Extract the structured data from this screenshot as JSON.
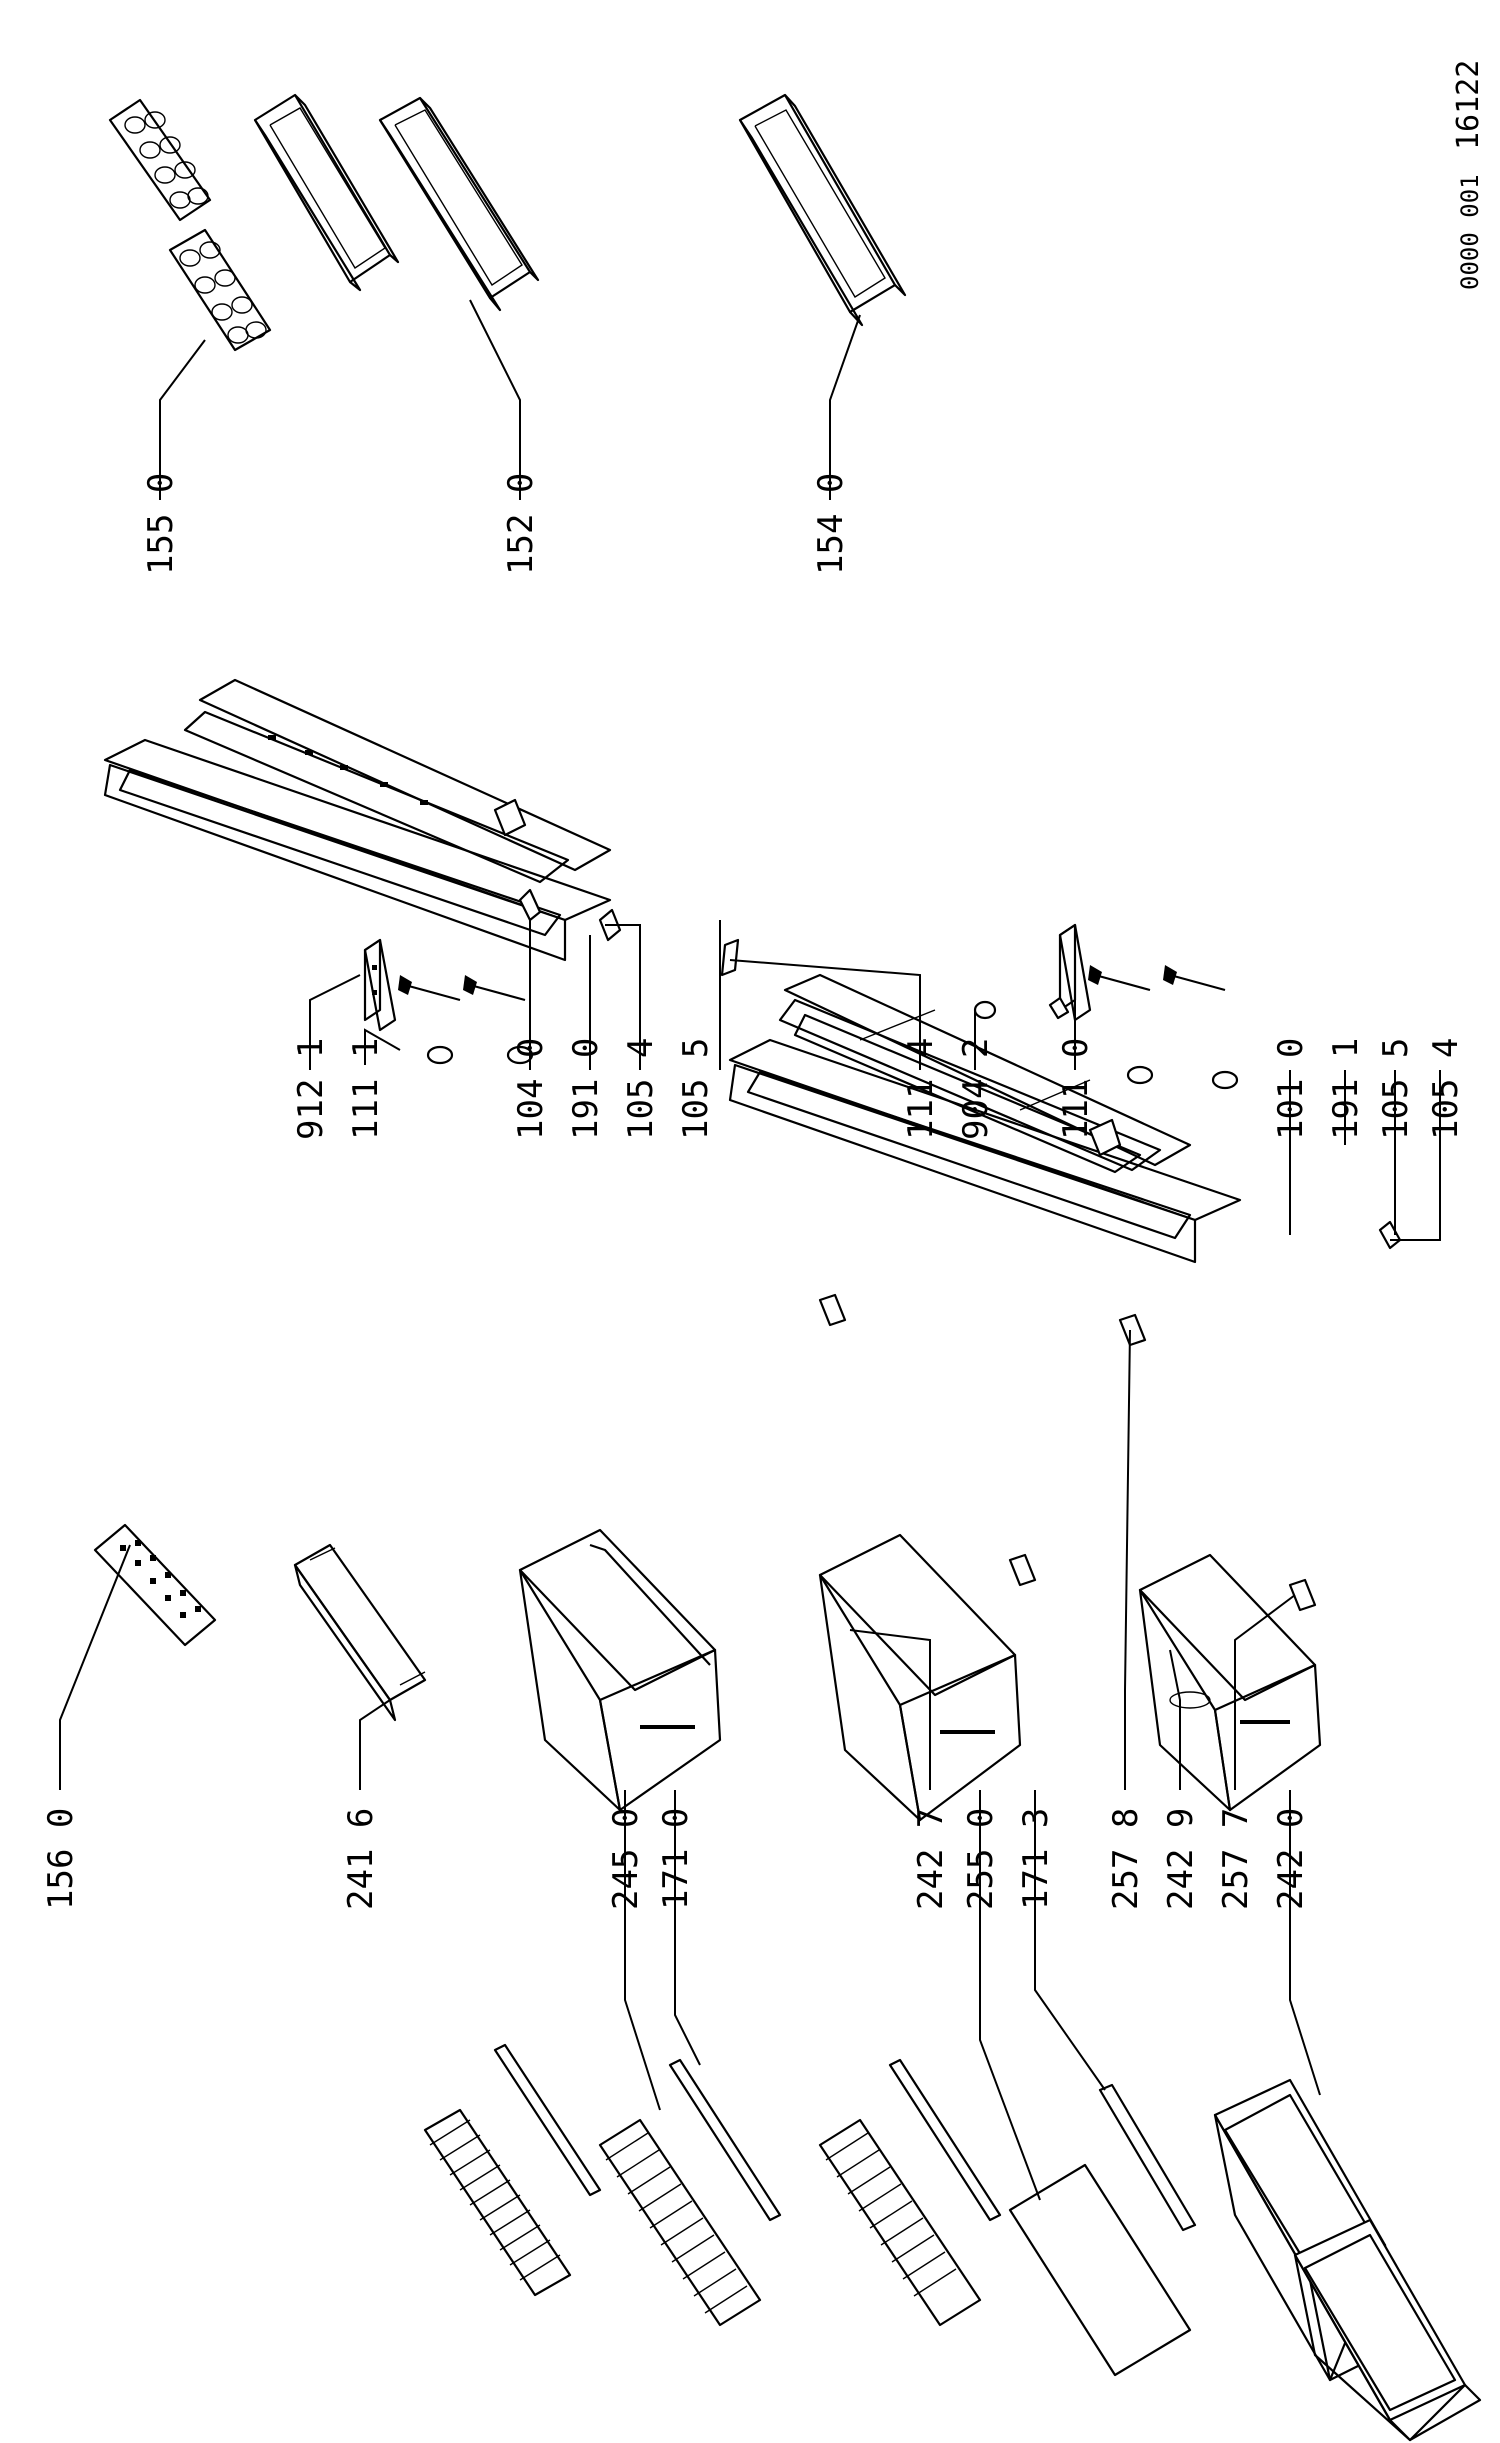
{
  "document": {
    "drawing_number": "16122",
    "drawing_code": "0000 001"
  },
  "callouts": {
    "c155_0": "155 0",
    "c152_0": "152 0",
    "c154_0": "154 0",
    "c912_1": "912 1",
    "c111_1": "111 1",
    "c104_0": "104 0",
    "c191_0": "191 0",
    "c105_4a": "105 4",
    "c105_5a": "105 5",
    "c111_4": "111 4",
    "c904_2": "904 2",
    "c111_0": "111 0",
    "c101_0": "101 0",
    "c191_1": "191 1",
    "c105_5b": "105 5",
    "c105_4b": "105 4",
    "c156_0": "156 0",
    "c241_6": "241 6",
    "c245_0": "245 0",
    "c171_0": "171 0",
    "c242_7": "242 7",
    "c255_0": "255 0",
    "c171_3": "171 3",
    "c257_8": "257 8",
    "c242_9": "242 9",
    "c257_7": "257 7",
    "c242_0": "242 0"
  }
}
